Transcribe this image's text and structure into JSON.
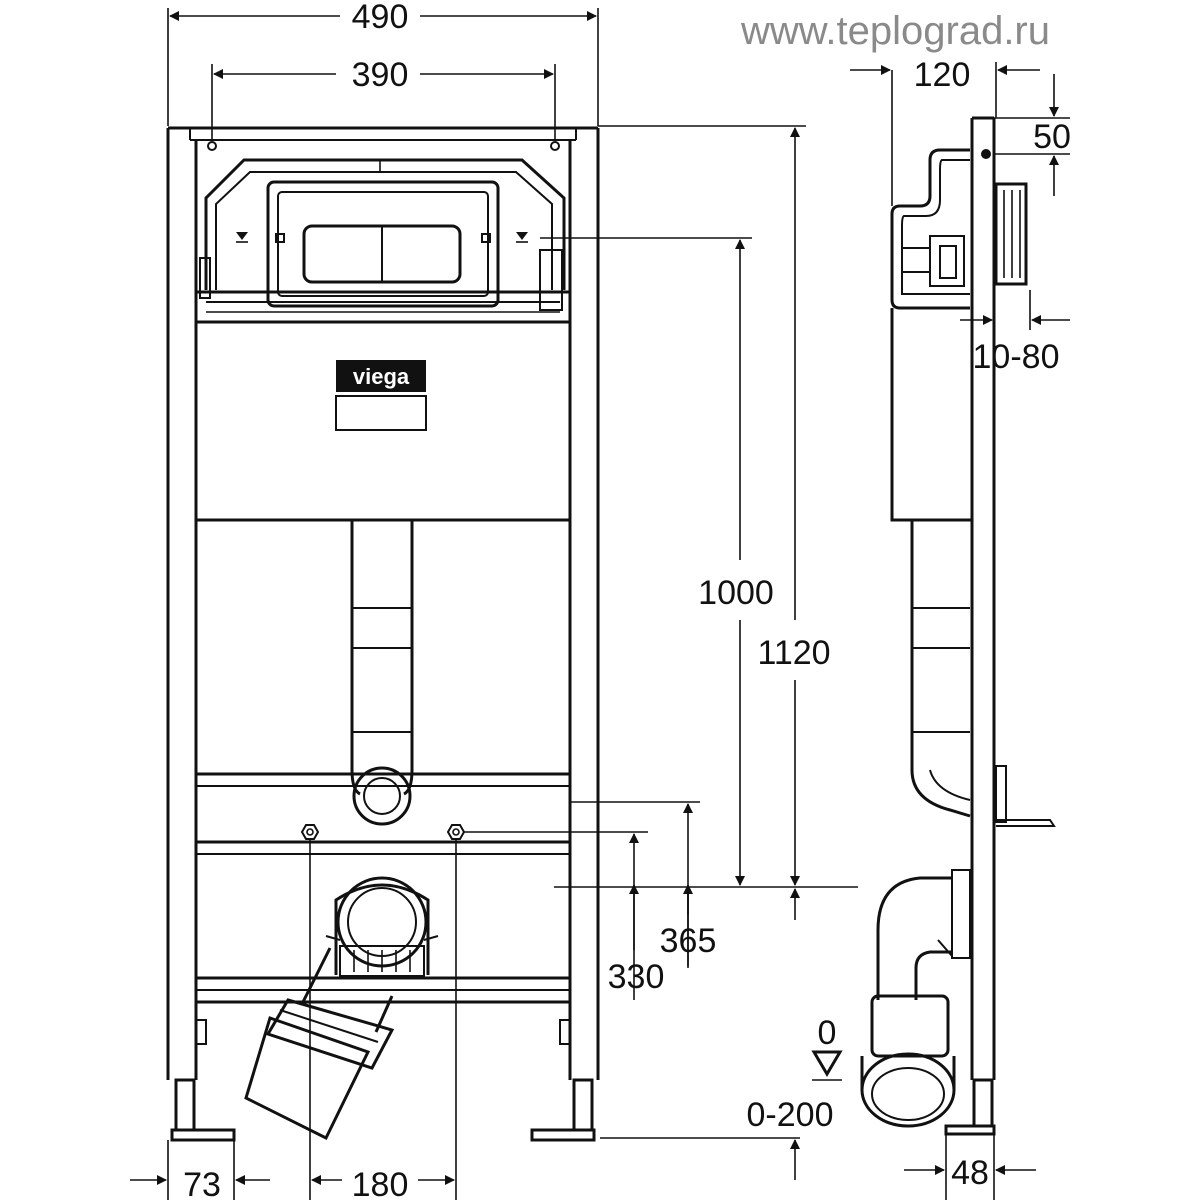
{
  "watermark": "www.teplograd.ru",
  "logo": "viega",
  "dimensions": {
    "frame_width": "490",
    "mount_holes": "390",
    "depth": "120",
    "top_offset": "50",
    "adjust_range": "10-80",
    "flush_height": "1000",
    "total_height": "1120",
    "bolt_height_high": "365",
    "bolt_height_low": "330",
    "floor_zero": "0",
    "leg_range": "0-200",
    "leg_offset": "73",
    "bolt_spacing": "180",
    "side_leg": "48"
  }
}
